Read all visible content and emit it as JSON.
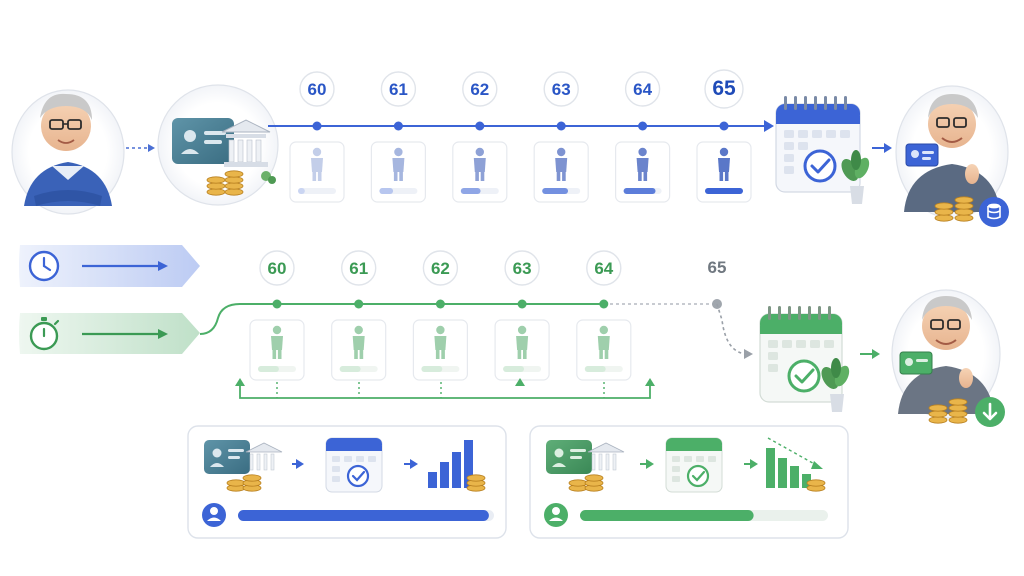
{
  "timelines": {
    "standard": {
      "ages": [
        "60",
        "61",
        "62",
        "63",
        "64",
        "65"
      ],
      "accent": "#3c64d6",
      "milestone_progress": [
        0.18,
        0.36,
        0.52,
        0.68,
        0.84,
        1.0
      ]
    },
    "early": {
      "ages": [
        "60",
        "61",
        "62",
        "63",
        "64"
      ],
      "skipped_age": "65",
      "accent": "#4caf68",
      "milestone_progress": [
        0.55,
        0.55,
        0.55,
        0.55,
        0.55
      ]
    }
  },
  "summary_cards": {
    "standard": {
      "progress": 0.98,
      "accent": "#3c64d6"
    },
    "early": {
      "progress": 0.7,
      "accent": "#4caf68"
    }
  },
  "icons": {
    "standard_row_icon": "clock-icon",
    "early_row_icon": "stopwatch-icon",
    "standard_outcome_badge": "coin-stack-icon",
    "early_outcome_badge": "down-arrow-icon"
  },
  "colors": {
    "blue": "#3c64d6",
    "green": "#4caf68",
    "gray": "#a0a6ad",
    "gold": "#e2a83a"
  }
}
